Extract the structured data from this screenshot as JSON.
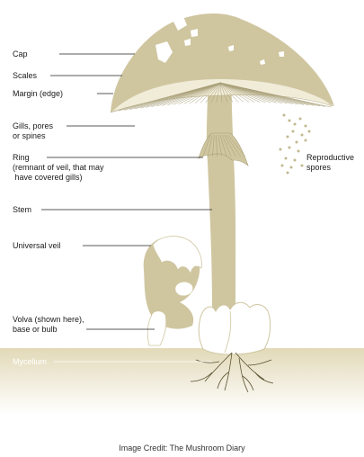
{
  "labels": {
    "cap": "Cap",
    "scales": "Scales",
    "margin": "Margin (edge)",
    "gills": "Gills, pores\nor spines",
    "ring": "Ring\n(remnant of veil, that may\n have covered gills)",
    "stem": "Stem",
    "universal_veil": "Universal veil",
    "volva": "Volva (shown here),\nbase or bulb",
    "mycelium": "Mycelium",
    "spores": "Reproductive\nspores"
  },
  "credit": "Image Credit: The Mushroom Diary",
  "colors": {
    "tan": "#cfc6a0",
    "tan_dark": "#b7ad86",
    "gill_stroke": "#a89f78",
    "line": "#222222",
    "soil_top": "#e4dcbd",
    "soil_bottom": "#ffffff",
    "spore": "#c1b890"
  }
}
